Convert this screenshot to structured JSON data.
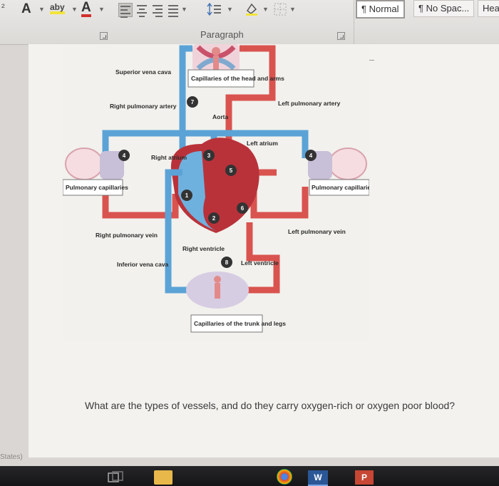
{
  "ribbon": {
    "superscript_glyph": "²",
    "font_color_letter": "A",
    "highlight_glyph": "aby",
    "text_effect_letter": "A",
    "styles": [
      {
        "label": "¶ Normal"
      },
      {
        "label": "¶ No Spac..."
      },
      {
        "label": "Hea"
      }
    ],
    "paragraph_group_label": "Paragraph"
  },
  "diagram_labels": {
    "superior_vena_cava": "Superior vena cava",
    "capillaries_head_arms": "Capillaries of the head and arms",
    "right_pulmonary_artery": "Right pulmonary artery",
    "aorta": "Aorta",
    "left_pulmonary_artery": "Left pulmonary artery",
    "left_atrium": "Left atrium",
    "right_atrium": "Right atrium",
    "pulmonary_capillaries_left": "Pulmonary capillaries",
    "pulmonary_capillaries_right": "Pulmonary capillaries",
    "right_pulmonary_vein": "Right pulmonary vein",
    "left_pulmonary_vein": "Left pulmonary vein",
    "right_ventricle": "Right ventricle",
    "left_ventricle": "Left ventricle",
    "inferior_vena_cava": "Inferior vena cava",
    "capillaries_trunk_legs": "Capillaries of the trunk and legs"
  },
  "step_numbers": [
    "1",
    "2",
    "3",
    "4",
    "4",
    "5",
    "6",
    "7",
    "8"
  ],
  "question": "What are the types of vessels, and do they carry oxygen-rich or oxygen poor blood?",
  "status_text": "States)",
  "colors": {
    "oxygen_rich": "#d9534f",
    "oxygen_poor": "#5ba3d6",
    "ribbon_bg": "#e4e2df",
    "taskbar": "#1c1c1e"
  }
}
